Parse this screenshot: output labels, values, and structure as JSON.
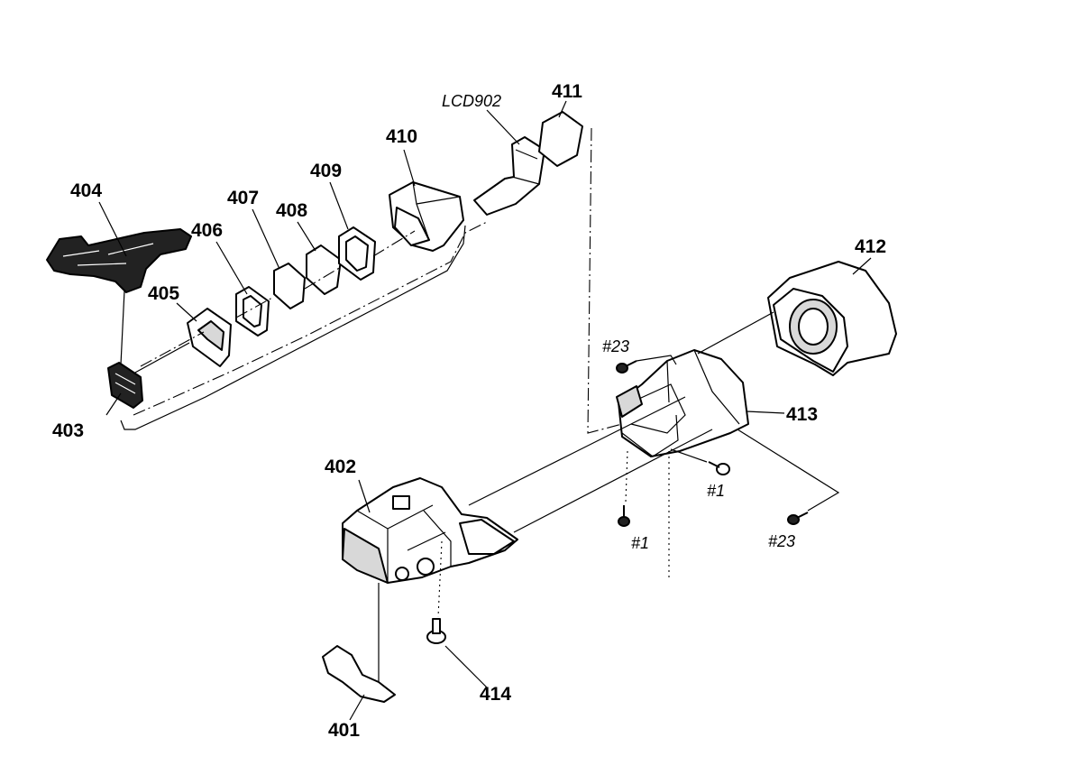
{
  "labels": {
    "p401": "401",
    "p402": "402",
    "p403": "403",
    "p404": "404",
    "p405": "405",
    "p406": "406",
    "p407": "407",
    "p408": "408",
    "p409": "409",
    "p410": "410",
    "p411": "411",
    "p412": "412",
    "p413": "413",
    "p414": "414",
    "lcd902": "LCD902",
    "s23a": "#23",
    "s23b": "#23",
    "s1a": "#1",
    "s1b": "#1"
  }
}
